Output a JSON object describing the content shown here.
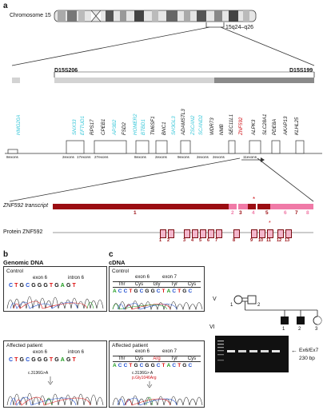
{
  "panel_a": {
    "letter": "a",
    "chromosome": "Chromosome 15",
    "band": "15q24–q26",
    "marker_left": "D15S206",
    "marker_right": "D15S199",
    "genes": [
      {
        "name": "HMG20A",
        "highlight": true
      },
      {
        "name": "SNX33",
        "highlight": true
      },
      {
        "name": "EFTUD1",
        "highlight": true
      },
      {
        "name": "RPS17",
        "highlight": false
      },
      {
        "name": "CPEB1",
        "highlight": false
      },
      {
        "name": "AP3B2",
        "highlight": true
      },
      {
        "name": "FSD2",
        "highlight": false
      },
      {
        "name": "HOMER2",
        "highlight": true
      },
      {
        "name": "BTBD1",
        "highlight": true
      },
      {
        "name": "TM6SF1",
        "highlight": false
      },
      {
        "name": "BNC1",
        "highlight": false
      },
      {
        "name": "SH3GL3",
        "highlight": true
      },
      {
        "name": "ADAMSTL3",
        "highlight": false
      },
      {
        "name": "ZSCAN2",
        "highlight": true
      },
      {
        "name": "SCAND2",
        "highlight": true
      },
      {
        "name": "WDR73",
        "highlight": false
      },
      {
        "name": "NMB",
        "highlight": false
      },
      {
        "name": "SEC11L1",
        "highlight": false
      },
      {
        "name": "ZNF592",
        "highlight": false,
        "red": true
      },
      {
        "name": "ALPK3",
        "highlight": false
      },
      {
        "name": "SLC28A1",
        "highlight": false
      },
      {
        "name": "PDE8A",
        "highlight": false
      },
      {
        "name": "AKAP13",
        "highlight": false
      },
      {
        "name": "KLHL25",
        "highlight": false
      }
    ],
    "exon_counts": [
      "8exons",
      "2exons",
      "17exons",
      "27exons",
      "8exons",
      "2exons",
      "9exons",
      "2exons",
      "2exons",
      "11exons"
    ],
    "transcript_label": "ZNF592 transcript",
    "transcript_exons": [
      "1",
      "2",
      "3",
      "4",
      "5",
      "6",
      "7",
      "8"
    ],
    "protein_label": "Protein ZNF592",
    "protein_domains": [
      "1",
      "2",
      "3",
      "4",
      "5",
      "6",
      "7",
      "8",
      "9",
      "10",
      "11",
      "12",
      "13"
    ],
    "asterisk": "*"
  },
  "panel_b": {
    "letter": "b",
    "title": "Genomic DNA",
    "control": "Control",
    "affected": "Affected patient",
    "exon": "exon 6",
    "intron": "intron 6",
    "seq": [
      "C",
      "T",
      "G",
      "C",
      "G",
      "G",
      "G",
      "T",
      "G",
      "A",
      "G",
      "T"
    ],
    "mutation": "c.3136G>A"
  },
  "panel_c": {
    "letter": "c",
    "title": "cDNA",
    "control": "Control",
    "affected": "Affected patient",
    "exon6": "exon 6",
    "exon7": "exon 7",
    "aa_control": [
      "Thr",
      "Cys",
      "Gly",
      "Tyr",
      "Cys"
    ],
    "aa_affected": [
      "Thr",
      "Cys",
      "Arg",
      "Tyr",
      "Cys"
    ],
    "seq": [
      "A",
      "C",
      "C",
      "T",
      "G",
      "C",
      "G",
      "G",
      "C",
      "T",
      "A",
      "C",
      "T",
      "G",
      "C"
    ],
    "mutation": "c.3136G> A",
    "protein_change": "p.Gly1046Arg"
  },
  "pedigree": {
    "gen_v": "V",
    "gen_vi": "VI",
    "ind_1": "1",
    "ind_2": "2",
    "child_1": "1",
    "child_2": "2",
    "child_3": "3",
    "gel_label": "Ex6/Ex7",
    "gel_size": "230 bp"
  },
  "colors": {
    "highlight_gene": "#34c6d8",
    "zn592_red": "#d0141a",
    "transcript_dark": "#9b0d12",
    "transcript_light": "#f07aa7",
    "affected_red": "#d0141a"
  }
}
